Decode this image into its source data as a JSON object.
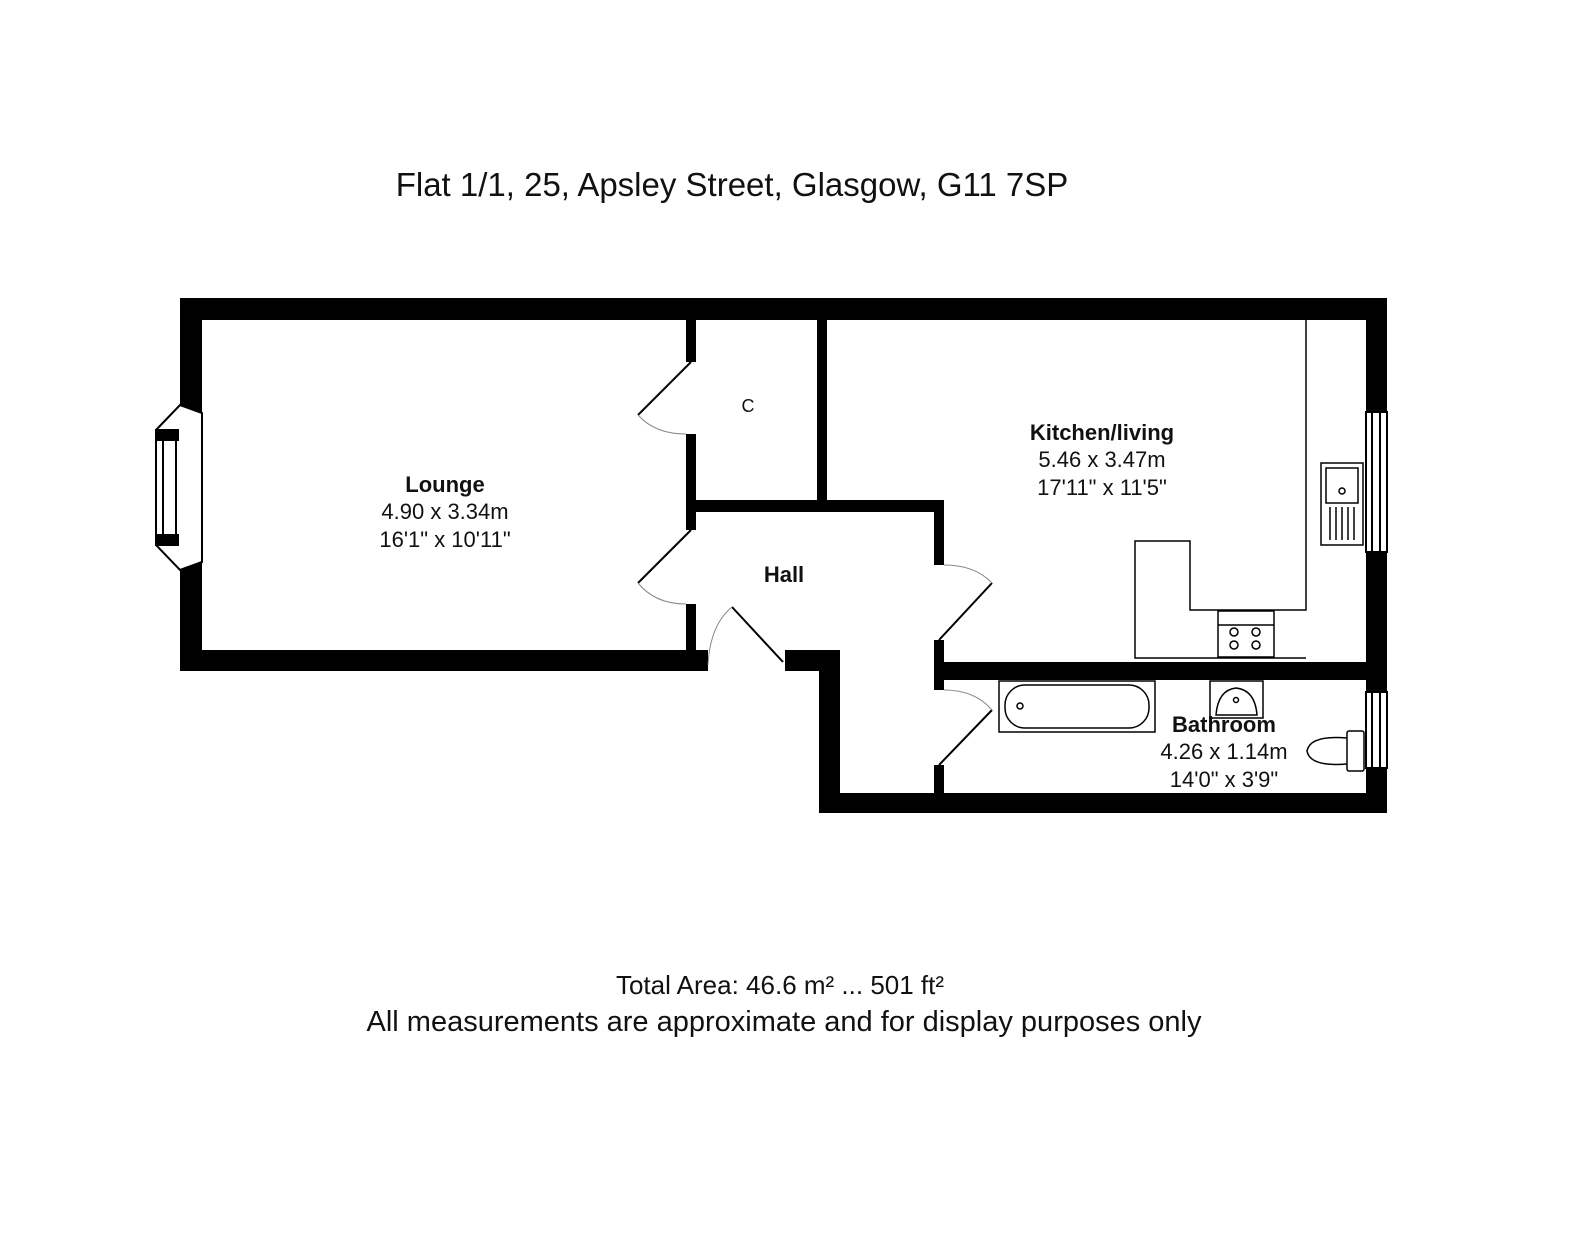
{
  "title": "Flat 1/1, 25, Apsley Street, Glasgow, G11 7SP",
  "rooms": {
    "lounge": {
      "name": "Lounge",
      "metric": "4.90 x 3.34m",
      "imperial": "16'1\" x 10'11\""
    },
    "cupboard": {
      "name": "C"
    },
    "hall": {
      "name": "Hall"
    },
    "kitchen": {
      "name": "Kitchen/living",
      "metric": "5.46 x 3.47m",
      "imperial": "17'11\" x 11'5\""
    },
    "bathroom": {
      "name": "Bathroom",
      "metric": "4.26 x 1.14m",
      "imperial": "14'0\" x 3'9\""
    }
  },
  "footer": {
    "total_area": "Total Area: 46.6 m² ... 501 ft²",
    "disclaimer": "All measurements are approximate and for display purposes only"
  }
}
